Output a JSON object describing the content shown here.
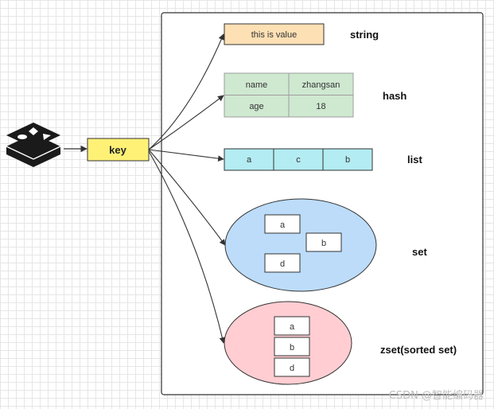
{
  "key": {
    "label": "key",
    "fill": "#fff176"
  },
  "types": {
    "string": {
      "label": "string",
      "value": "this is value",
      "fill": "#fde0b4"
    },
    "hash": {
      "label": "hash",
      "rows": [
        [
          "name",
          "zhangsan"
        ],
        [
          "age",
          "18"
        ]
      ],
      "fill": "#cfe8d0"
    },
    "list": {
      "label": "list",
      "items": [
        "a",
        "c",
        "b"
      ],
      "fill": "#b3ecf2"
    },
    "set": {
      "label": "set",
      "items": [
        "a",
        "b",
        "d"
      ],
      "fill": "#bcdcfa"
    },
    "zset": {
      "label": "zset(sorted set)",
      "items": [
        "a",
        "b",
        "d"
      ],
      "fill": "#ffcdd2"
    }
  },
  "logo": {
    "icon": "redis-logo-icon"
  },
  "watermark": "CSDN @智能编码器"
}
